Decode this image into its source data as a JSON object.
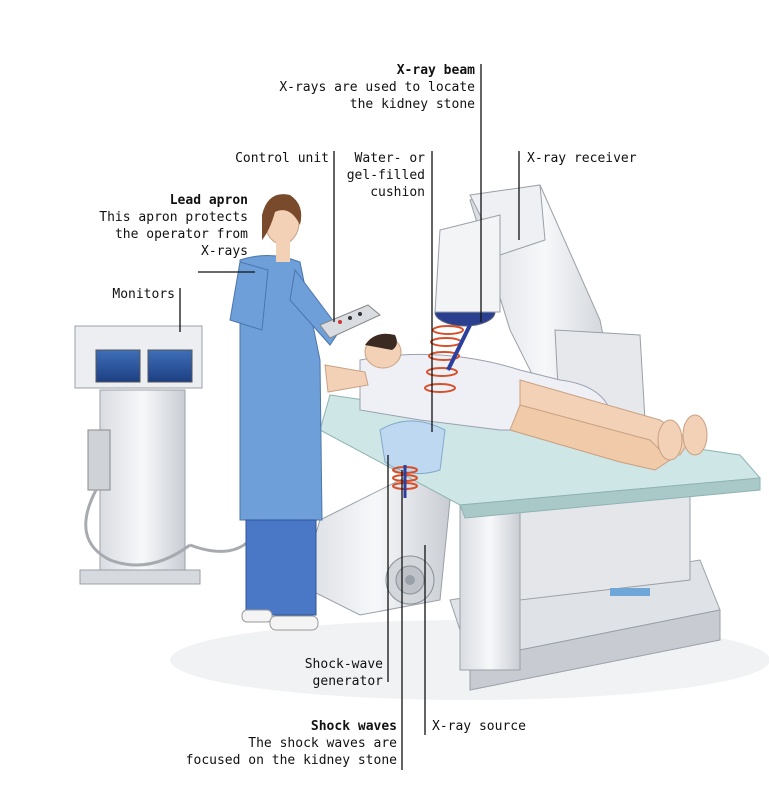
{
  "labels": {
    "xray_beam": {
      "title": "X-ray beam",
      "line1": "X-rays are used to locate",
      "line2": "the kidney stone"
    },
    "control_unit": {
      "text": "Control unit"
    },
    "cushion": {
      "line1": "Water- or",
      "line2": "gel-filled",
      "line3": "cushion"
    },
    "xray_receiver": {
      "text": "X-ray receiver"
    },
    "lead_apron": {
      "title": "Lead apron",
      "line1": "This apron protects",
      "line2": "the operator from",
      "line3": "X-rays"
    },
    "monitors": {
      "text": "Monitors"
    },
    "shockwave_generator": {
      "line1": "Shock-wave",
      "line2": "generator"
    },
    "shock_waves": {
      "title": "Shock waves",
      "line1": "The shock waves are",
      "line2": "focused on the kidney stone"
    },
    "xray_source": {
      "text": "X-ray source"
    }
  },
  "colors": {
    "scrubs": "#6f9fd8",
    "gown": "#eef0f6",
    "machine": "#e9ebee",
    "table_top": "#cfe6e6",
    "shock_wave": "#d7502c",
    "beam": "#2b3f9e"
  }
}
